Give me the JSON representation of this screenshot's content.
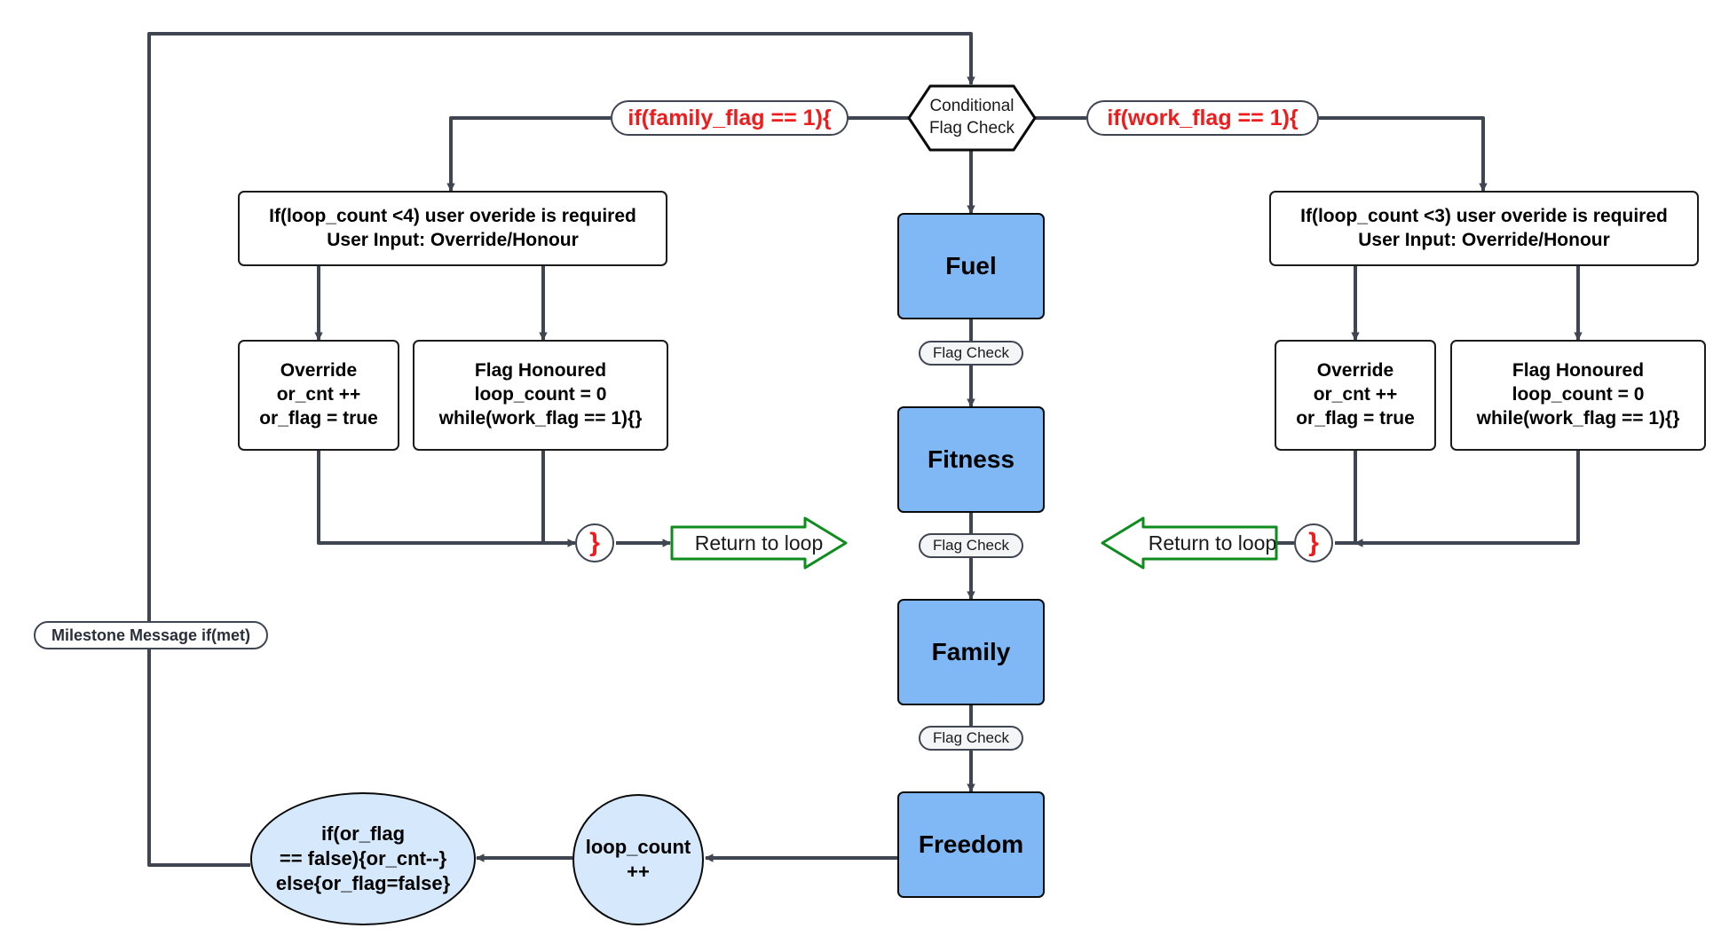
{
  "diagram": {
    "title": "Milestone Flag Check Loop Flowchart",
    "colors": {
      "milestone_fill": "#7fb8f5",
      "ellipse_fill": "#d6e8fb",
      "node_stroke": "#0b0b0b",
      "edge_stroke": "#404552",
      "condition_text": "#ee1c1c",
      "return_arrow_stroke": "#0e8c1e"
    }
  },
  "decision": {
    "line1": "Conditional",
    "line2": "Flag Check"
  },
  "branches": {
    "left_label": "if(family_flag == 1){",
    "right_label": "if(work_flag == 1){"
  },
  "left": {
    "override_check": {
      "line1": "If(loop_count <4) user overide is required",
      "line2": "User Input: Override/Honour"
    },
    "override": {
      "line1": "Override",
      "line2": "or_cnt ++",
      "line3": "or_flag = true"
    },
    "honoured": {
      "line1": "Flag Honoured",
      "line2": "loop_count = 0",
      "line3": "while(work_flag == 1){}"
    },
    "brace": "}",
    "return_label": "Return to loop"
  },
  "right": {
    "override_check": {
      "line1": "If(loop_count <3) user overide is required",
      "line2": "User Input: Override/Honour"
    },
    "override": {
      "line1": "Override",
      "line2": "or_cnt ++",
      "line3": "or_flag = true"
    },
    "honoured": {
      "line1": "Flag Honoured",
      "line2": "loop_count = 0",
      "line3": "while(work_flag == 1){}"
    },
    "brace": "}",
    "return_label": "Return to loop"
  },
  "milestones": [
    {
      "label": "Fuel"
    },
    {
      "label": "Fitness"
    },
    {
      "label": "Family"
    },
    {
      "label": "Freedom"
    }
  ],
  "edge_labels": {
    "flag_check": "Flag Check",
    "milestone_message": "Milestone Message if(met)"
  },
  "counter": {
    "line1": "loop_count",
    "line2": "++"
  },
  "or_flag_check": {
    "line1": "if(or_flag",
    "line2": "== false){or_cnt--}",
    "line3": "else{or_flag=false}"
  }
}
